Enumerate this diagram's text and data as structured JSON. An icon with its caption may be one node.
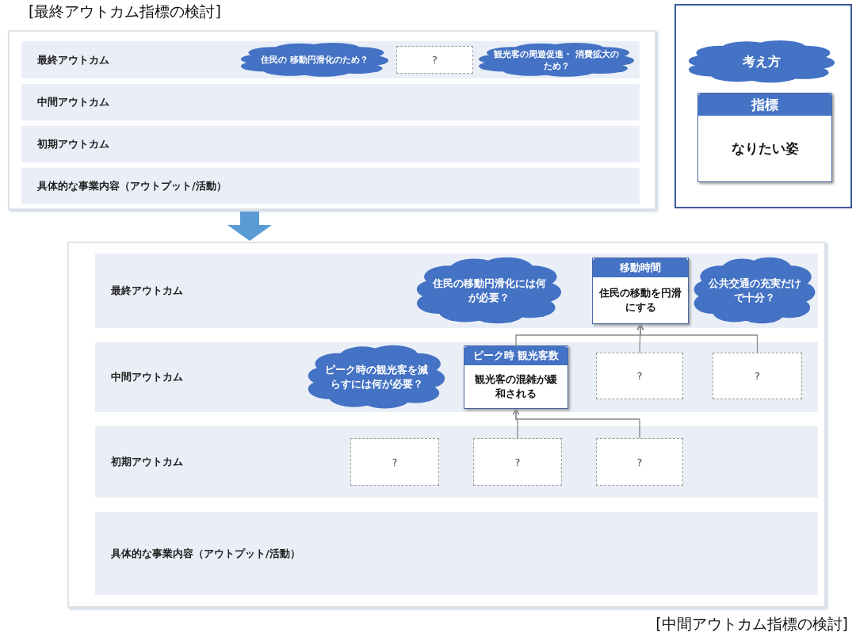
{
  "diagram": {
    "nodes": [
      {
        "text": [
          "[最終アウトカム指標の検討]"
        ]
      },
      {
        "text": [
          "最終アウトカム"
        ],
        "in": 0
      },
      {
        "text": [
          "中間アウトカム"
        ],
        "in": 0
      },
      {
        "text": [
          "初期アウトカム"
        ],
        "in": 0
      },
      {
        "text": [
          "具体的な事業内容（アウトプット/活動）"
        ],
        "in": 0
      },
      {
        "text": [
          "住民の 移動円滑化のため？"
        ],
        "in": 1
      },
      {
        "text": [
          "?"
        ],
        "in": 1
      },
      {
        "text": [
          "観光客の周遊促進・ 消費拡大のため？"
        ],
        "in": 1
      },
      {
        "text": [],
        "shape": "box"
      },
      {
        "text": [
          "考え方"
        ],
        "in": 8
      },
      {
        "text": [
          "指標",
          "なりたい姿"
        ],
        "in": 8
      },
      {
        "text": [
          "[中間アウトカム指標の検討]"
        ]
      },
      {
        "text": [
          "最終アウトカム"
        ],
        "in": 11
      },
      {
        "text": [
          "中間アウトカム"
        ],
        "in": 11
      },
      {
        "text": [
          "初期アウトカム"
        ],
        "in": 11
      },
      {
        "text": [
          "具体的な事業内容（アウトプット/活動）"
        ],
        "in": 11
      },
      {
        "text": [
          "住民の移動円滑化には何が必要？"
        ],
        "in": 12
      },
      {
        "text": [
          "移動時間",
          "住民の移動を円滑にする"
        ],
        "in": 12
      },
      {
        "text": [
          "公共交通の充実だけで十分？"
        ],
        "in": 12
      },
      {
        "text": [
          "ピーク時 観光客数",
          "観光客の混雑が緩和される"
        ],
        "in": 13
      },
      {
        "text": [
          "?"
        ],
        "in": 13
      },
      {
        "text": [
          "?"
        ],
        "in": 13
      },
      {
        "text": [
          "ピーク時の観光客を減らすには何が必要？"
        ],
        "in": 13
      },
      {
        "text": [
          "?"
        ],
        "in": 14
      },
      {
        "text": [
          "?"
        ],
        "in": 14
      },
      {
        "text": [
          "?"
        ],
        "in": 14
      }
    ],
    "edges": [
      {
        "from": 0,
        "to": 11,
        "arrow": "to",
        "style": "thick",
        "color": "#5b9bd5"
      },
      {
        "from": 24,
        "to": 19,
        "arrow": "to"
      },
      {
        "from": 25,
        "to": 19,
        "arrow": "to"
      },
      {
        "from": 19,
        "to": 17,
        "arrow": "to"
      },
      {
        "from": 20,
        "to": 17,
        "arrow": "to"
      },
      {
        "from": 21,
        "to": 17,
        "arrow": "to"
      }
    ]
  }
}
